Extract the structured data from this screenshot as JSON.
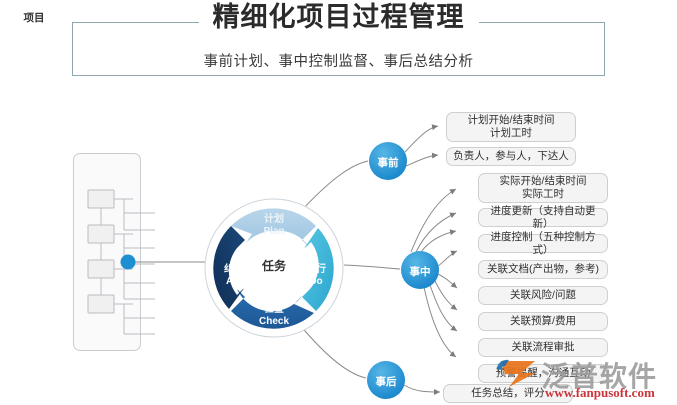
{
  "header": {
    "title": "精细化项目过程管理",
    "subtitle": "事前计划、事中控制监督、事后总结分析",
    "border_color": "#8fa8b0"
  },
  "project_panel": {
    "title": "项目",
    "node_count": 4
  },
  "pdca_wheel": {
    "center_label": "任务",
    "segments": [
      {
        "cn": "计划",
        "en": "Plan",
        "color": "#a9cbe6",
        "position": "top"
      },
      {
        "cn": "执行",
        "en": "Do",
        "color": "#3eb6d8",
        "position": "right"
      },
      {
        "cn": "检查",
        "en": "Check",
        "color": "#2566a8",
        "position": "bottom"
      },
      {
        "cn": "纠正",
        "en": "Act",
        "color": "#143a66",
        "position": "left"
      }
    ]
  },
  "phase_nodes": [
    {
      "label": "事前",
      "color": "#1e90d2"
    },
    {
      "label": "事中",
      "color": "#1e90d2"
    },
    {
      "label": "事后",
      "color": "#1e90d2"
    }
  ],
  "items_before": [
    {
      "lines": [
        "计划开始/结束时间",
        "计划工时"
      ]
    },
    {
      "lines": [
        "负责人，参与人，下达人"
      ]
    }
  ],
  "items_during": [
    {
      "lines": [
        "实际开始/结束时间",
        "实际工时"
      ]
    },
    {
      "lines": [
        "进度更新（支持自动更新）"
      ]
    },
    {
      "lines": [
        "进度控制（五种控制方式）"
      ]
    },
    {
      "lines": [
        "关联文档(产出物，参考)"
      ]
    },
    {
      "lines": [
        "关联风险/问题"
      ]
    },
    {
      "lines": [
        "关联预算/费用"
      ]
    },
    {
      "lines": [
        "关联流程审批"
      ]
    },
    {
      "lines": [
        "预警提醒，沟通互动"
      ]
    }
  ],
  "items_after": [
    {
      "lines": [
        "任务总结，评分"
      ]
    }
  ],
  "watermark": {
    "brand": "泛普软件",
    "url": "www.fanpusoft.com"
  },
  "colors": {
    "accent_blue": "#1e90d2",
    "box_fill": "#f4f4f4",
    "box_border": "#cfcfcf",
    "line": "#8b8b8b"
  }
}
